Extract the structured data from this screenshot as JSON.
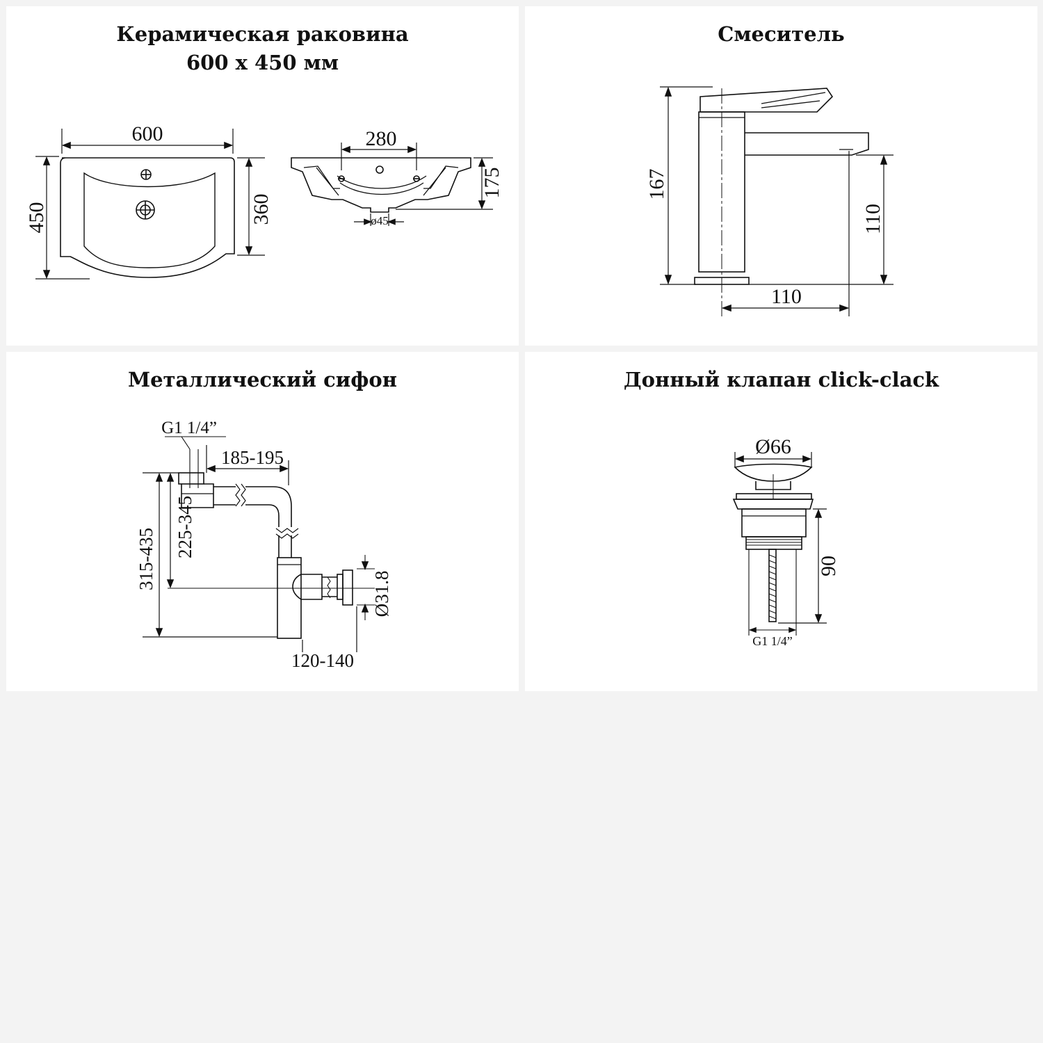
{
  "panels": {
    "sink": {
      "title_line1": "Керамическая раковина",
      "title_line2": "600 x 450 мм",
      "dims": {
        "width": "600",
        "depth": "450",
        "bowl_depth": "360",
        "holes_spacing": "280",
        "height": "175",
        "drain_diameter": "ø45"
      }
    },
    "faucet": {
      "title": "Смеситель",
      "dims": {
        "height": "167",
        "spout_height": "110",
        "spout_reach": "110"
      }
    },
    "siphon": {
      "title": "Металлический сифон",
      "dims": {
        "thread": "G1 1/4”",
        "width": "185-195",
        "outer_height": "315-435",
        "inner_height": "225-345",
        "outlet_diameter": "Ø31.8",
        "depth": "120-140"
      }
    },
    "drain": {
      "title": "Донный клапан click-clack",
      "dims": {
        "cap_diameter": "Ø66",
        "length": "90",
        "thread": "G1 1/4”"
      }
    }
  },
  "colors": {
    "page_bg": "#f3f3f3",
    "panel_bg": "#ffffff",
    "ink": "#111111"
  }
}
